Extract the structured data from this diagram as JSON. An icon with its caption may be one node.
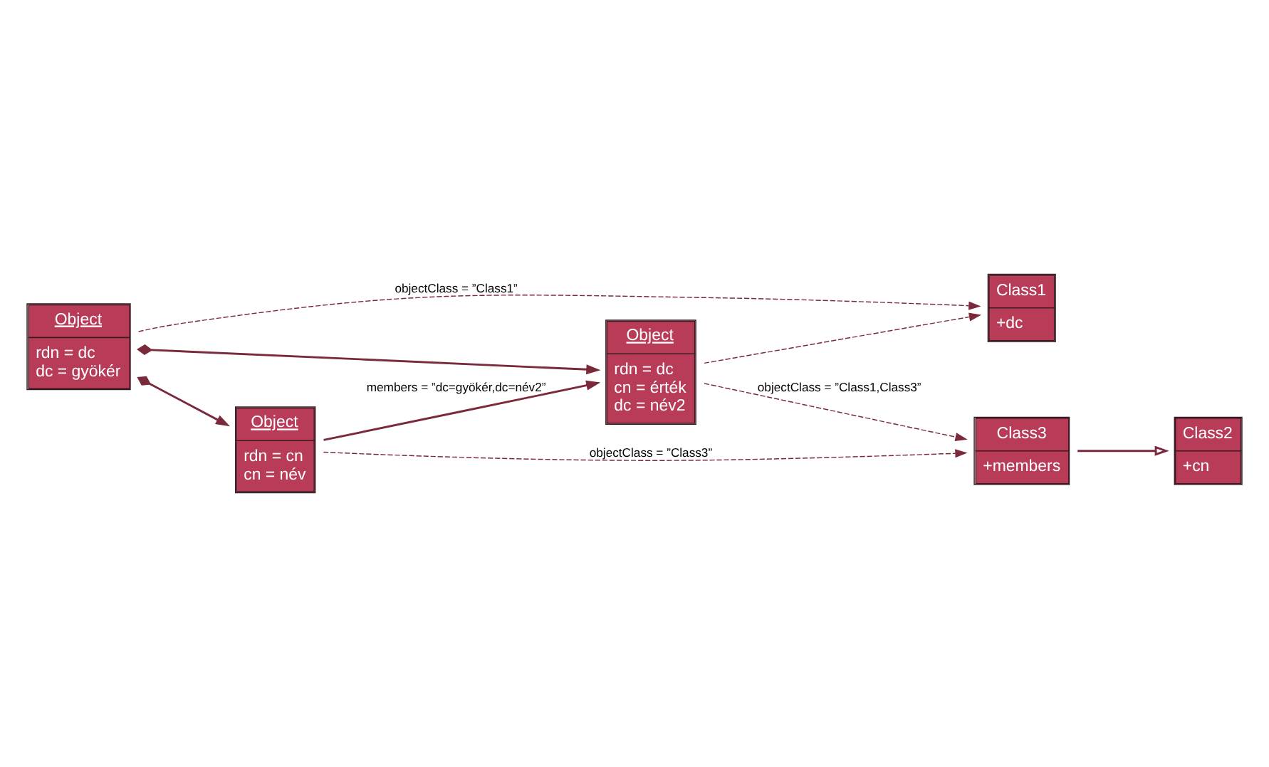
{
  "diagram": {
    "nodes": [
      {
        "text": [
          "Object",
          "rdn = dc",
          "dc = gyökér"
        ]
      },
      {
        "text": [
          "Class1",
          "+dc"
        ]
      },
      {
        "text": [
          "Object",
          "rdn = cn",
          "cn = név"
        ]
      },
      {
        "text": [
          "Class2",
          "+cn"
        ]
      },
      {
        "text": [
          "Class3",
          "+members"
        ]
      },
      {
        "text": [
          "Object",
          "rdn = dc",
          "cn = érték",
          "dc = név2"
        ]
      }
    ],
    "edges": [
      {
        "from": 0,
        "to": 1,
        "arrow": "to",
        "style": "dashed",
        "label": "objectClass = ”Class1”"
      },
      {
        "from": 0,
        "to": 2,
        "arrow": "to"
      },
      {
        "from": 0,
        "to": 5,
        "arrow": "to"
      },
      {
        "from": 2,
        "to": 4,
        "arrow": "to",
        "style": "dashed",
        "label": "objectClass = ”Class3”"
      },
      {
        "from": 2,
        "to": 5,
        "arrow": "to",
        "label": "members = ”dc=gyökér,dc=név2”"
      },
      {
        "from": 4,
        "to": 3,
        "arrow": "to"
      },
      {
        "from": 5,
        "to": 1,
        "arrow": "to",
        "style": "dashed"
      },
      {
        "from": 5,
        "to": 4,
        "arrow": "to",
        "style": "dashed",
        "label": "objectClass = ”Class1,Class3”"
      }
    ]
  }
}
